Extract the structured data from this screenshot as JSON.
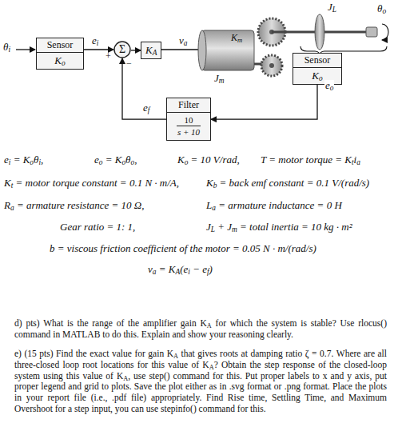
{
  "diagram": {
    "nodes": [
      {
        "text": [
          "Sensor",
          "Ko"
        ]
      },
      {
        "text": [
          "Σ"
        ]
      },
      {
        "text": [
          "KA"
        ]
      },
      {
        "text": [
          "Sensor",
          "Ko"
        ]
      },
      {
        "text": [
          "Filter",
          "10",
          "s + 10"
        ]
      }
    ],
    "edges": [
      {
        "from": 0,
        "to": 1,
        "label": "ei",
        "arrow": "to"
      },
      {
        "from": 1,
        "to": 2,
        "arrow": "to"
      },
      {
        "from": 3,
        "to": 4,
        "label": "eo",
        "arrow": "to"
      },
      {
        "from": 4,
        "to": 1,
        "label": "ef",
        "arrow": "to"
      }
    ],
    "labels": [
      "θi",
      "+",
      "−",
      "va",
      "Km",
      "Jm",
      "JL",
      "θo",
      "ei = Koθi,",
      "eo = Koθo,",
      "Ko = 10 V/rad,",
      "T = motor torque = Ktia",
      "Kt = motor torque constant = 0.1 N · m/A,",
      "Kb = back emf constant = 0.1 V/(rad/s)",
      "Ra = armature resistance = 10 Ω,",
      "La = armature inductance = 0 H",
      "Gear ratio = 1: 1,",
      "JL + Jm = total inertia = 10 kg · m²",
      "b = viscous friction coefficient of the motor = 0.05 N · m/(rad/s)",
      "va = KA(ei − ef)",
      "d) pts) What is the range of the amplifier gain KA for which the system is stable? Use rlocus() command in MATLAB to do this. Explain and show your reasoning clearly.",
      "e) (15 pts) Find the exact value for gain KA that gives roots at damping ratio ζ = 0.7. Where are all three-closed loop root locations for this value of KA? Obtain the step response of the closed-loop system using this value of KA, use step() command for this. Put proper labels to x and y axis, put proper legend and grid to plots. Save the plot either as in .svg format or .png format. Place the plots in your report file (i.e., .pdf file) appropriately. Find Rise time, Settling Time, and Maximum Overshoot for a step input, you can use stepinfo() command for this."
    ]
  }
}
